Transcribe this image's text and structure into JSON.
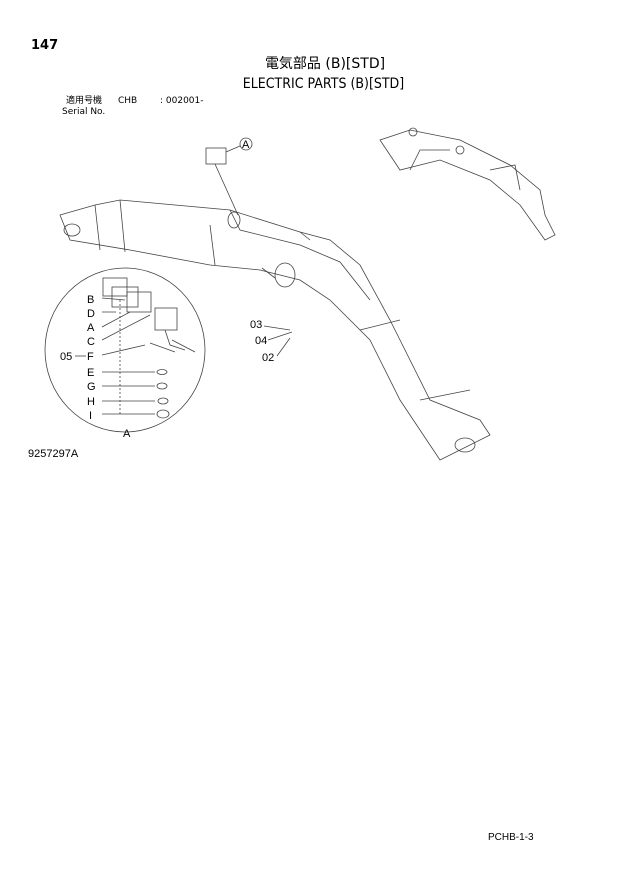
{
  "header": {
    "page_number": "147",
    "title_jp": "電気部品 (B)[STD]",
    "title_en": "ELECTRIC PARTS (B)[STD]",
    "applicable_model_label": "適用号機",
    "model": "CHB",
    "serial_range": ": 002001-",
    "serial_label": "Serial No."
  },
  "diagram": {
    "callout_main": "A",
    "detail_labels": [
      "B",
      "D",
      "A",
      "C",
      "F",
      "E",
      "G",
      "H",
      "I"
    ],
    "detail_group": "05",
    "detail_ref": "A",
    "part_labels": [
      "03",
      "04",
      "02"
    ]
  },
  "figure_number": "9257297A",
  "footer": {
    "page_code": "PCHB-1-3"
  }
}
